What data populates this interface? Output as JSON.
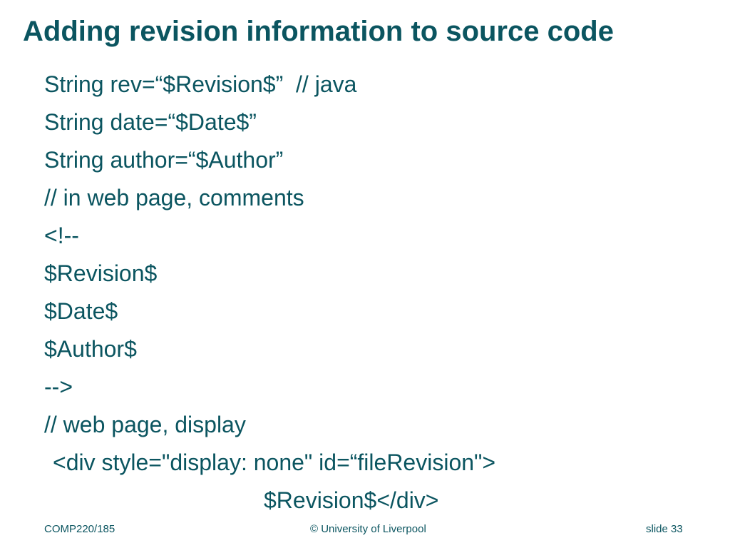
{
  "slide": {
    "title": "Adding revision information to source code",
    "lines": [
      "String rev=“$Revision$”  // java",
      "String date=“$Date$”",
      "String author=“$Author”",
      "// in web page, comments",
      "<!--",
      "$Revision$",
      "$Date$",
      "$Author$",
      "-->",
      "// web page, display",
      "<div style=\"display: none\" id=“fileRevision\">",
      "$Revision$</div>"
    ]
  },
  "footer": {
    "course": "COMP220/185",
    "copyright": "© University of Liverpool",
    "slide_label": "slide  33"
  },
  "colors": {
    "text": "#0b5560",
    "background": "#ffffff"
  }
}
